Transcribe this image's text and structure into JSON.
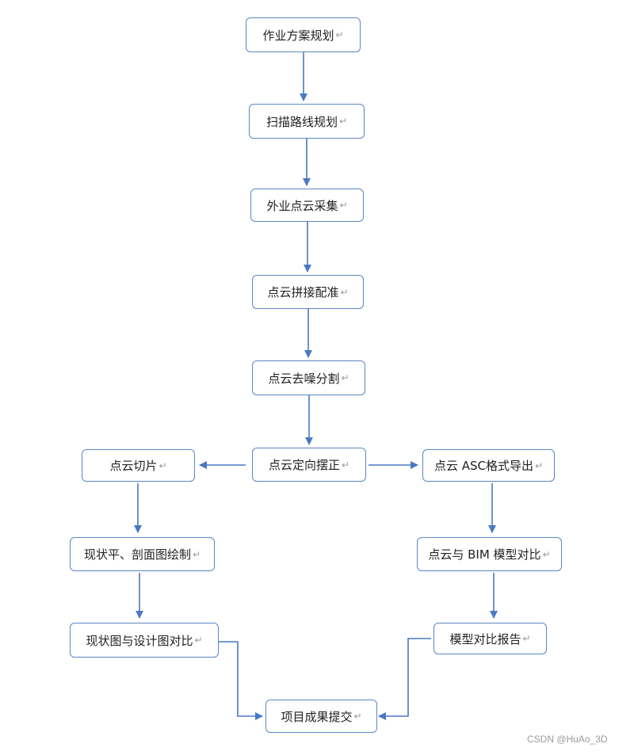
{
  "nodes": {
    "plan": "作业方案规划",
    "route": "扫描路线规划",
    "collect": "外业点云采集",
    "register": "点云拼接配准",
    "denoise": "点云去噪分割",
    "orient": "点云定向摆正",
    "slice": "点云切片",
    "draw": "现状平、剖面图绘制",
    "compare_design": "现状图与设计图对比",
    "export": "点云 ASC格式导出",
    "compare_bim": "点云与 BIM 模型对比",
    "report": "模型对比报告",
    "submit": "项目成果提交"
  },
  "paragraph_mark": "↵",
  "watermark": "CSDN @HuAo_3D",
  "colors": {
    "line": "#4a78c2",
    "border": "#5b87c4"
  }
}
